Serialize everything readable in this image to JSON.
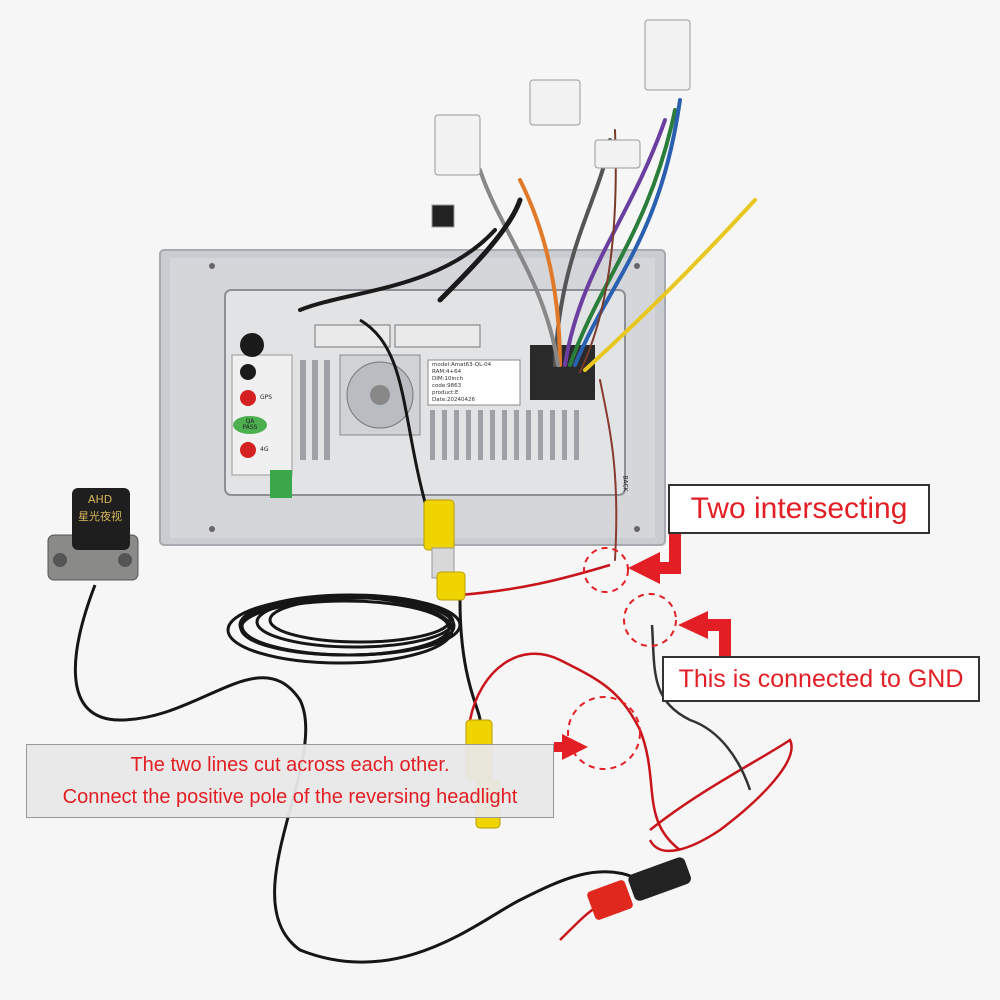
{
  "callouts": {
    "two_intersecting": "Two intersecting",
    "gnd": "This is connected to GND",
    "cross_line1": "The two lines cut across each other.",
    "cross_line2": "Connect the positive pole of the reversing headlight"
  },
  "camera": {
    "badge": "AHD",
    "sub_badge": "星光夜视"
  },
  "head_unit": {
    "labels": [
      "model:Amat63-QL-04",
      "RAM:4+64",
      "DIM:10inch",
      "code:9863",
      "product:E",
      "Date:20240426"
    ],
    "qa_sticker": "QA PASS",
    "port_gps": "GPS",
    "port_4g": "4G",
    "back_tag": "BACK"
  },
  "colors": {
    "callout_text": "#e31e24",
    "arrow": "#e31e24",
    "panel": "#c9ccd0",
    "cable_black": "#161616",
    "rca_yellow": "#f0d400",
    "wire_red": "#c8141a"
  }
}
